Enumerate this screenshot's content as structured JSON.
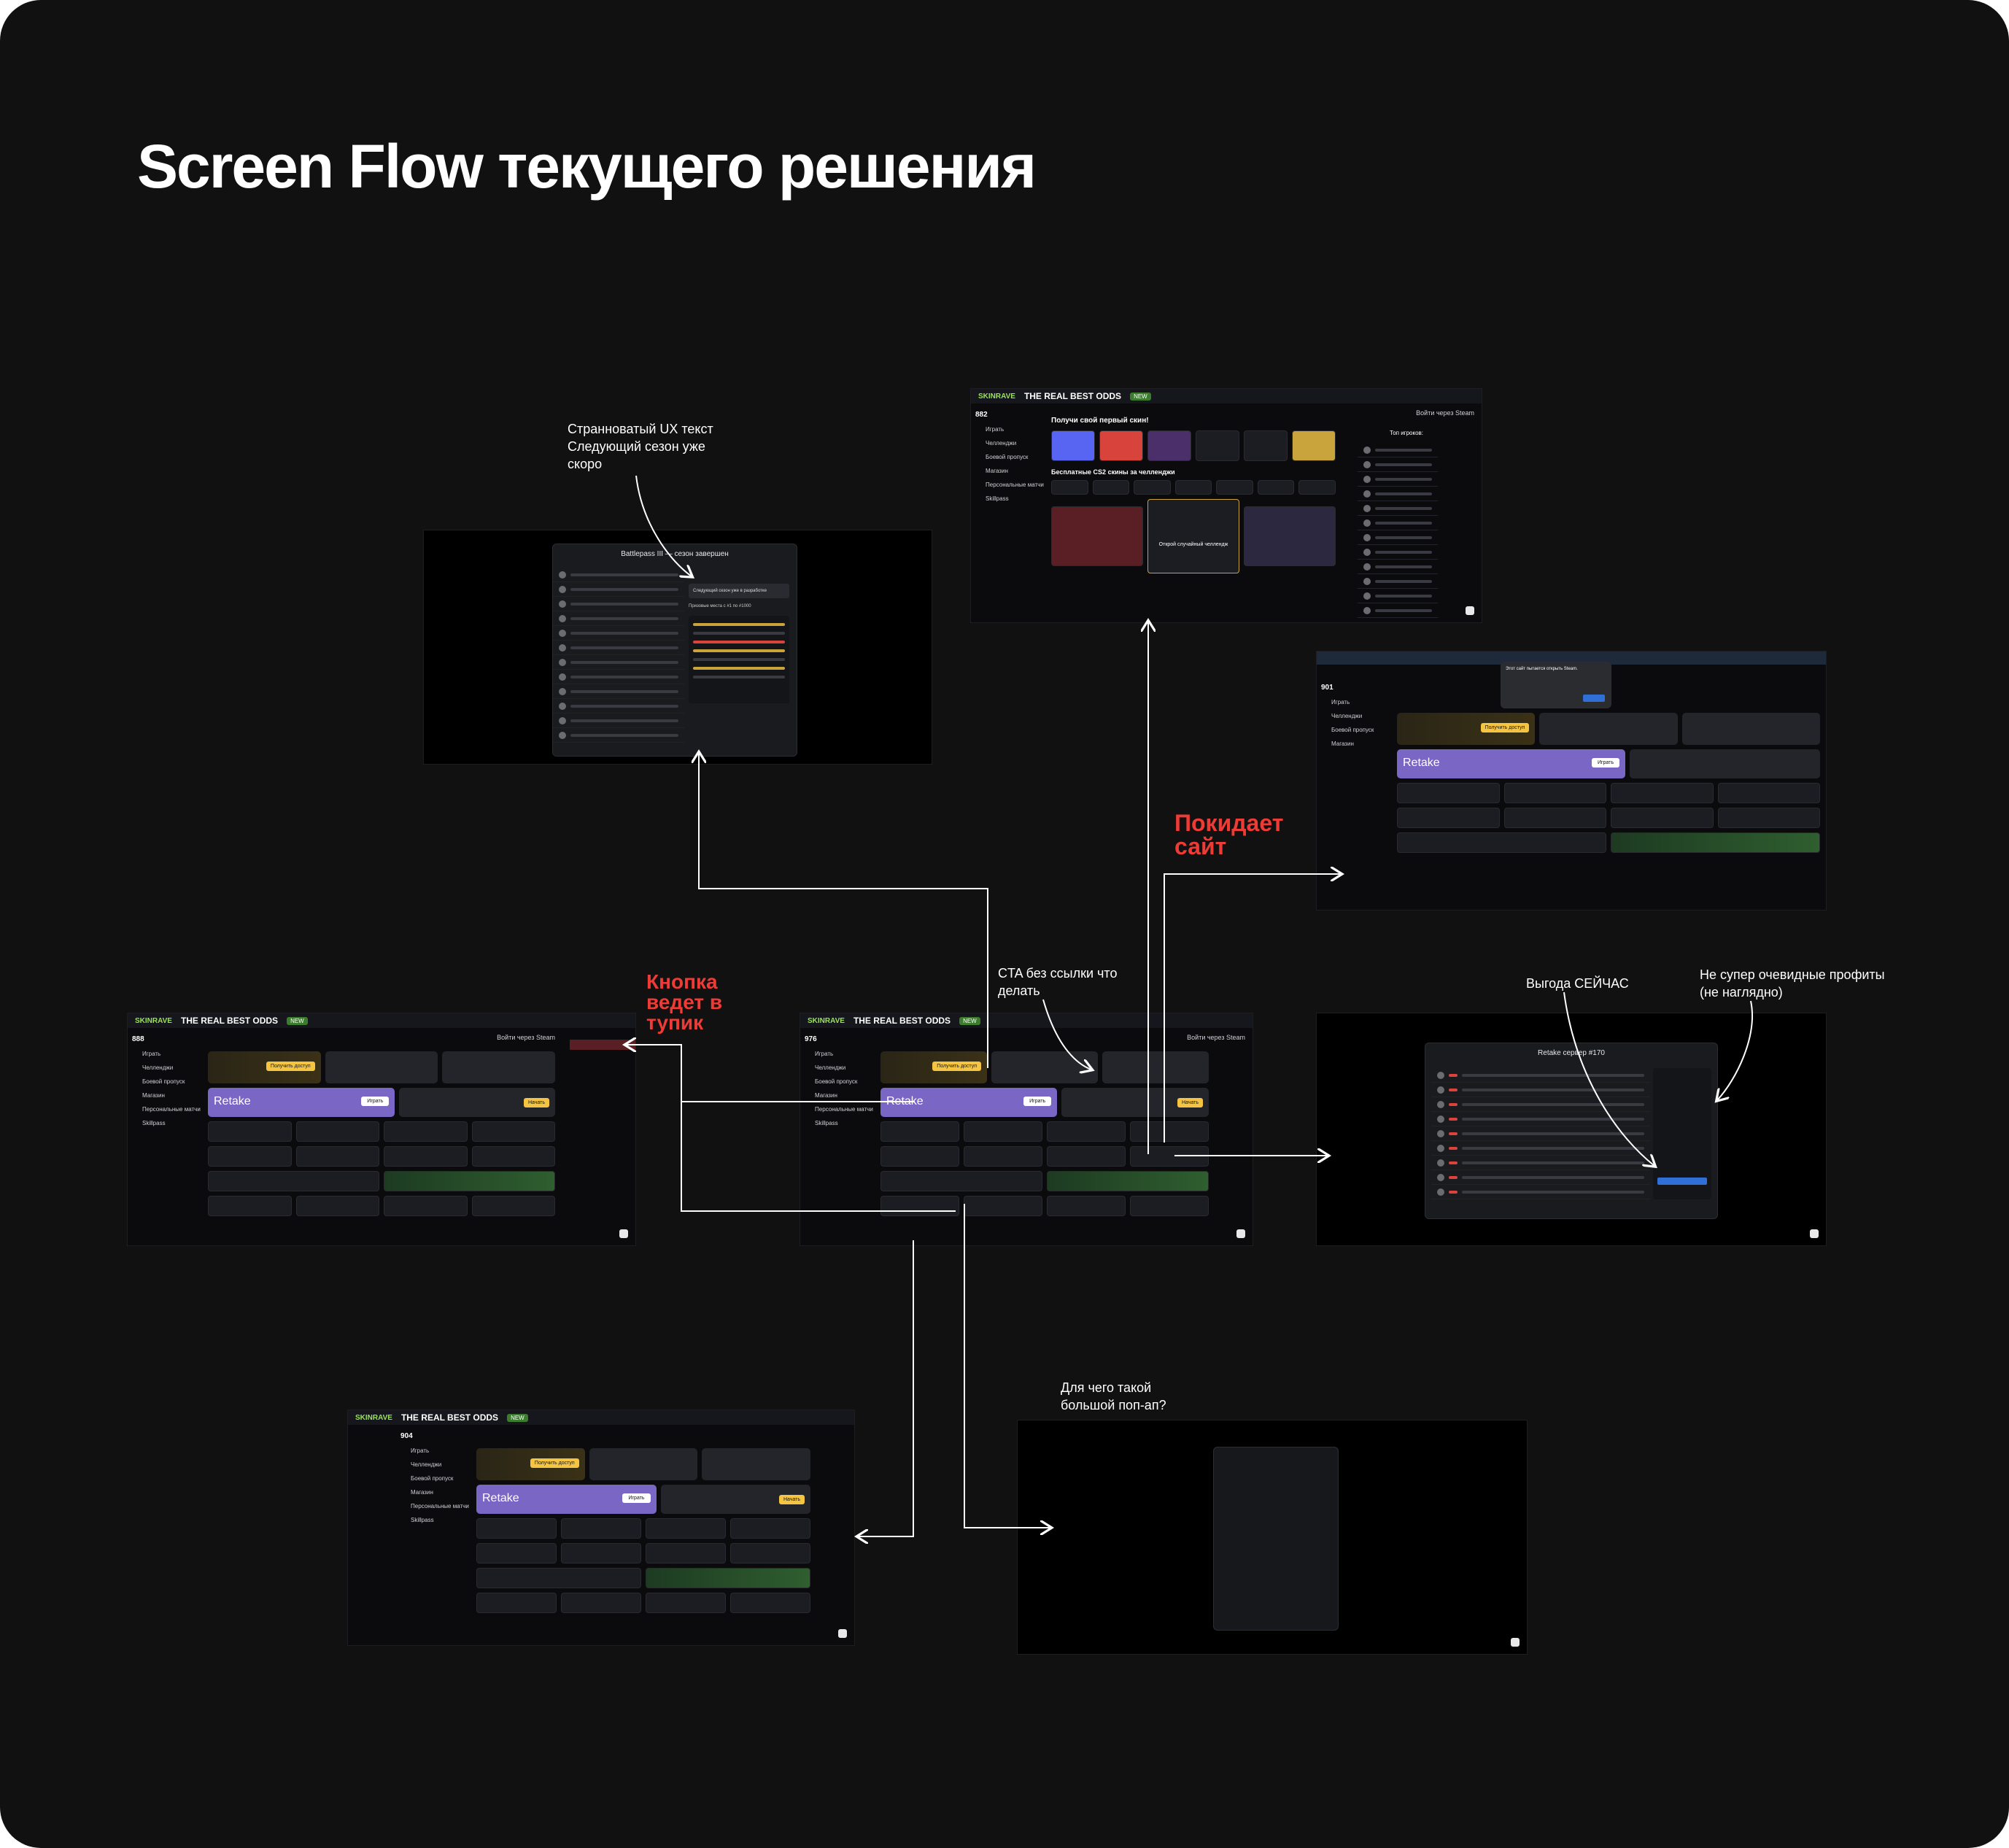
{
  "page": {
    "title": "Screen Flow текущего решения"
  },
  "annotations": {
    "ux_text": "Странноватый UX текст\nСледующий сезон уже\nскоро",
    "leaves_site": "Покидает\nсайт",
    "dead_end": "Кнопка\nведет в\nтупик",
    "cta_no_link": "CTA без ссылки что\nделать",
    "benefit_now": "Выгода СЕЙЧАС",
    "profits_unclear": "Не супер очевидные профиты\n(не наглядно)",
    "popup_question": "Для чего такой\nбольшой поп-ап?"
  },
  "screens": {
    "brand": "SKINRAVE",
    "tagline": "THE REAL BEST ODDS",
    "new_badge": "NEW",
    "login": "Войти через Steam",
    "counts": [
      "882",
      "901",
      "888",
      "976",
      "904"
    ],
    "sidebar_items": [
      "Играть",
      "Челленджи",
      "Боевой пропуск",
      "Магазин",
      "Персональные матчи",
      "Skillpass"
    ],
    "get_access": "Получить доступ",
    "retake": "Retake",
    "play": "Играть",
    "start": "Начать",
    "battlepass_title": "Battlepass III — сезон завершен",
    "next_season": "Следующий сезон уже в разработке",
    "prize_places": "Призовые места с #1 по #1000",
    "challenges_title": "Получи свой первый скин!",
    "free_skins": "Бесплатные CS2 скины за челленджи",
    "top_players": "Топ игроков:",
    "random_challenge": "Открой случайный челлендж",
    "retake_server": "Retake сервер #170",
    "open_steam": "Этот сайт пытается открыть Steam."
  }
}
